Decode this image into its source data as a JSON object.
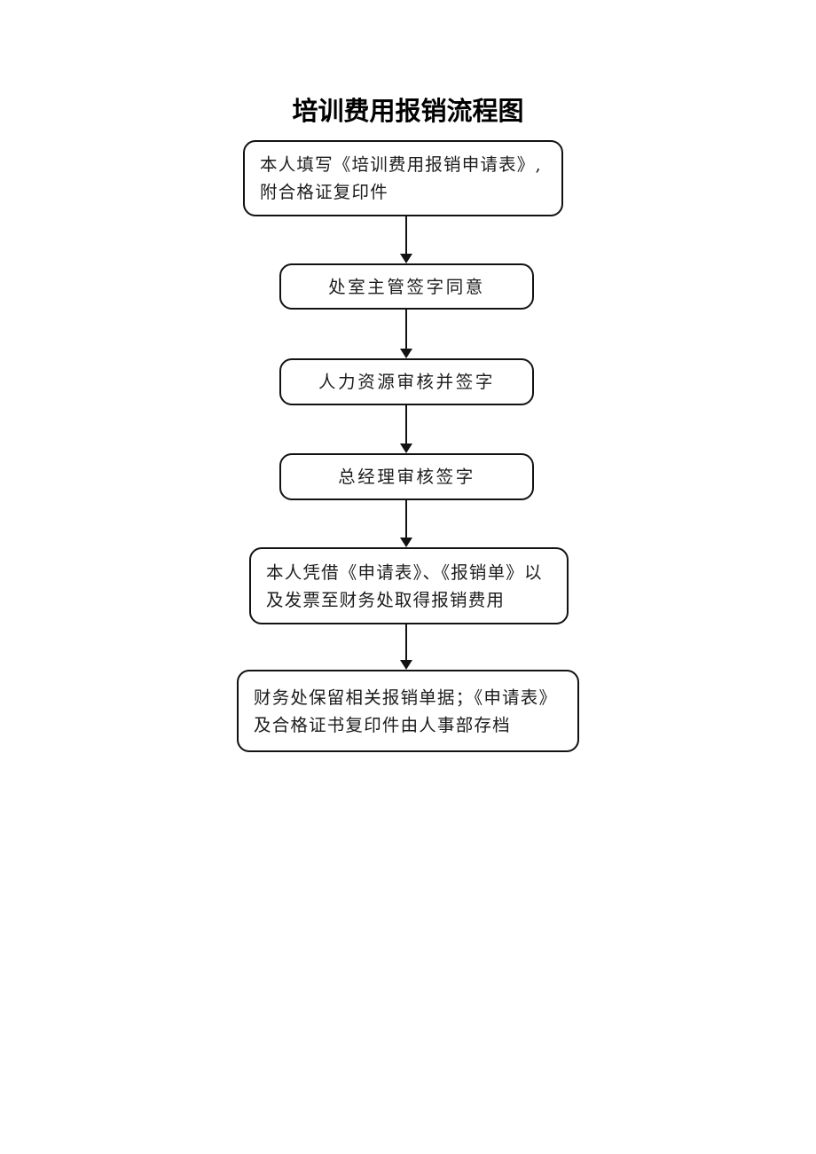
{
  "document": {
    "title": "培训费用报销流程图",
    "page_background": "#ffffff",
    "ink_color": "#121212"
  },
  "flowchart": {
    "orientation": "top-to-bottom",
    "node_count": 6,
    "connector_count": 5,
    "nodes": [
      {
        "id": "node-1",
        "step": 1,
        "shape": "rounded-rectangle",
        "align": "left",
        "label": "本人填写《培训费用报销申请表》,\n附合格证复印件"
      },
      {
        "id": "node-2",
        "step": 2,
        "shape": "rounded-rectangle",
        "align": "center",
        "label": "处室主管签字同意"
      },
      {
        "id": "node-3",
        "step": 3,
        "shape": "rounded-rectangle",
        "align": "center",
        "label": "人力资源审核并签字"
      },
      {
        "id": "node-4",
        "step": 4,
        "shape": "rounded-rectangle",
        "align": "center",
        "label": "总经理审核签字"
      },
      {
        "id": "node-5",
        "step": 5,
        "shape": "rounded-rectangle",
        "align": "left",
        "label": "本人凭借《申请表》、《报销单》以\n及发票至财务处取得报销费用"
      },
      {
        "id": "node-6",
        "step": 6,
        "shape": "rounded-rectangle",
        "align": "left",
        "label": "财务处保留相关报销单据；《申请表》\n及合格证书复印件由人事部存档"
      }
    ],
    "connectors": [
      {
        "id": "conn-1",
        "from": "node-1",
        "to": "node-2",
        "style": "solid-arrow-down"
      },
      {
        "id": "conn-2",
        "from": "node-2",
        "to": "node-3",
        "style": "solid-arrow-down"
      },
      {
        "id": "conn-3",
        "from": "node-3",
        "to": "node-4",
        "style": "solid-arrow-down"
      },
      {
        "id": "conn-4",
        "from": "node-4",
        "to": "node-5",
        "style": "solid-arrow-down"
      },
      {
        "id": "conn-5",
        "from": "node-5",
        "to": "node-6",
        "style": "solid-arrow-down"
      }
    ]
  }
}
